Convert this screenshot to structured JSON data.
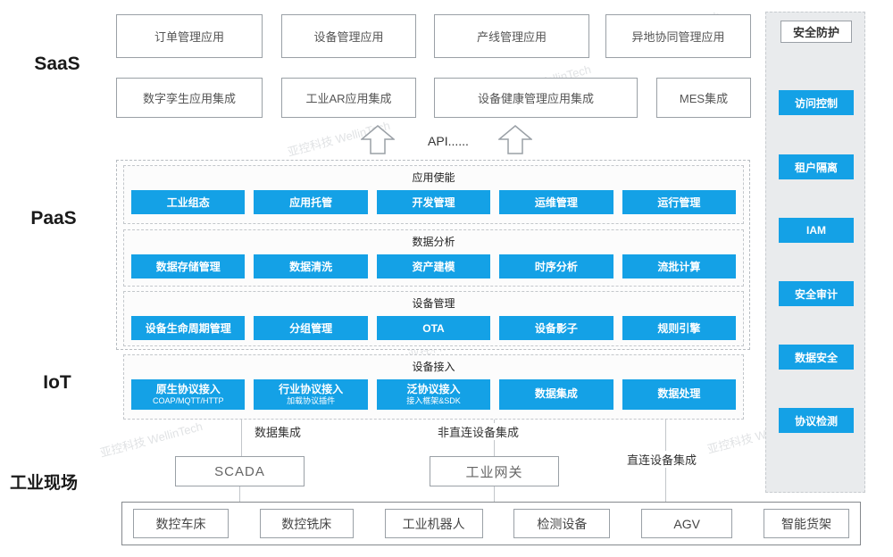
{
  "colors": {
    "accent": "#14A1E6",
    "panel_bg": "#E9EBED"
  },
  "watermark": {
    "text": "亚控科技 WellinTech"
  },
  "layers": {
    "saas": "SaaS",
    "paas": "PaaS",
    "iot": "IoT",
    "field": "工业现场"
  },
  "saas": {
    "row1": [
      "订单管理应用",
      "设备管理应用",
      "产线管理应用",
      "异地协同管理应用"
    ],
    "row2": [
      "数字孪生应用集成",
      "工业AR应用集成",
      "设备健康管理应用集成",
      "MES集成"
    ]
  },
  "api": {
    "label": "API......"
  },
  "paas": {
    "sections": [
      {
        "title": "应用使能",
        "items": [
          "工业组态",
          "应用托管",
          "开发管理",
          "运维管理",
          "运行管理"
        ]
      },
      {
        "title": "数据分析",
        "items": [
          "数据存储管理",
          "数据清洗",
          "资产建模",
          "时序分析",
          "流批计算"
        ]
      },
      {
        "title": "设备管理",
        "items": [
          "设备生命周期管理",
          "分组管理",
          "OTA",
          "设备影子",
          "规则引擎"
        ]
      }
    ]
  },
  "iot": {
    "title": "设备接入",
    "items": [
      {
        "label": "原生协议接入",
        "sub": "COAP/MQTT/HTTP"
      },
      {
        "label": "行业协议接入",
        "sub": "加载协议插件"
      },
      {
        "label": "泛协议接入",
        "sub": "接入框架&SDK"
      },
      {
        "label": "数据集成",
        "sub": ""
      },
      {
        "label": "数据处理",
        "sub": ""
      }
    ]
  },
  "security": {
    "title": "安全防护",
    "items": [
      "访问控制",
      "租户隔离",
      "IAM",
      "安全审计",
      "数据安全",
      "协议检测"
    ]
  },
  "connections": {
    "scada_link": "数据集成",
    "gateway_link": "非直连设备集成",
    "direct_link": "直连设备集成"
  },
  "middleware": {
    "scada": "SCADA",
    "gateway": "工业网关"
  },
  "field_devices": [
    "数控车床",
    "数控铣床",
    "工业机器人",
    "检测设备",
    "AGV",
    "智能货架"
  ]
}
